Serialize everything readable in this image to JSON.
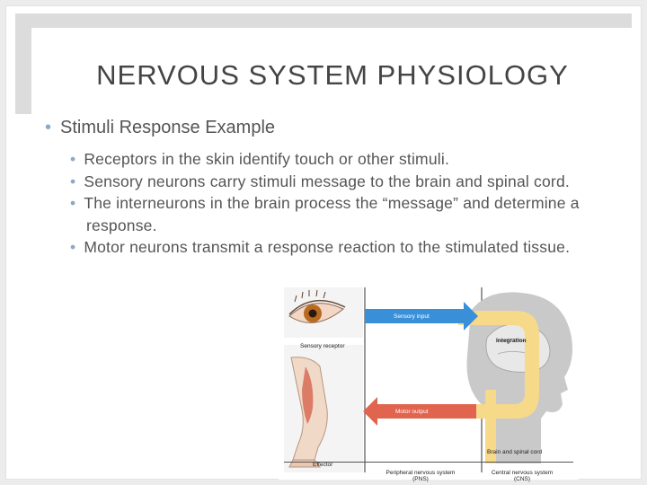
{
  "slide": {
    "title": "NERVOUS SYSTEM PHYSIOLOGY",
    "bullet_char": "•",
    "main_bullet": "Stimuli Response Example",
    "sub_bullets": [
      "Receptors in the skin identify touch or other stimuli.",
      "Sensory neurons carry stimuli message to the brain and spinal cord.",
      "The interneurons in the brain process the “message” and determine a response.",
      "Motor neurons transmit a response reaction to the stimulated tissue."
    ]
  },
  "figure": {
    "sensory_receptor": "Sensory receptor",
    "sensory_input": "Sensory input",
    "integration": "Integration",
    "motor_output": "Motor output",
    "effector": "Effector",
    "brain_spinal": "Brain and spinal cord",
    "pns": "Peripheral nervous system (PNS)",
    "cns": "Central nervous system (CNS)",
    "colors": {
      "arrow_blue": "#3a8fd9",
      "arrow_red": "#e0644e",
      "cns_yellow": "#f7d98a",
      "head": "#c9c9c9"
    }
  }
}
